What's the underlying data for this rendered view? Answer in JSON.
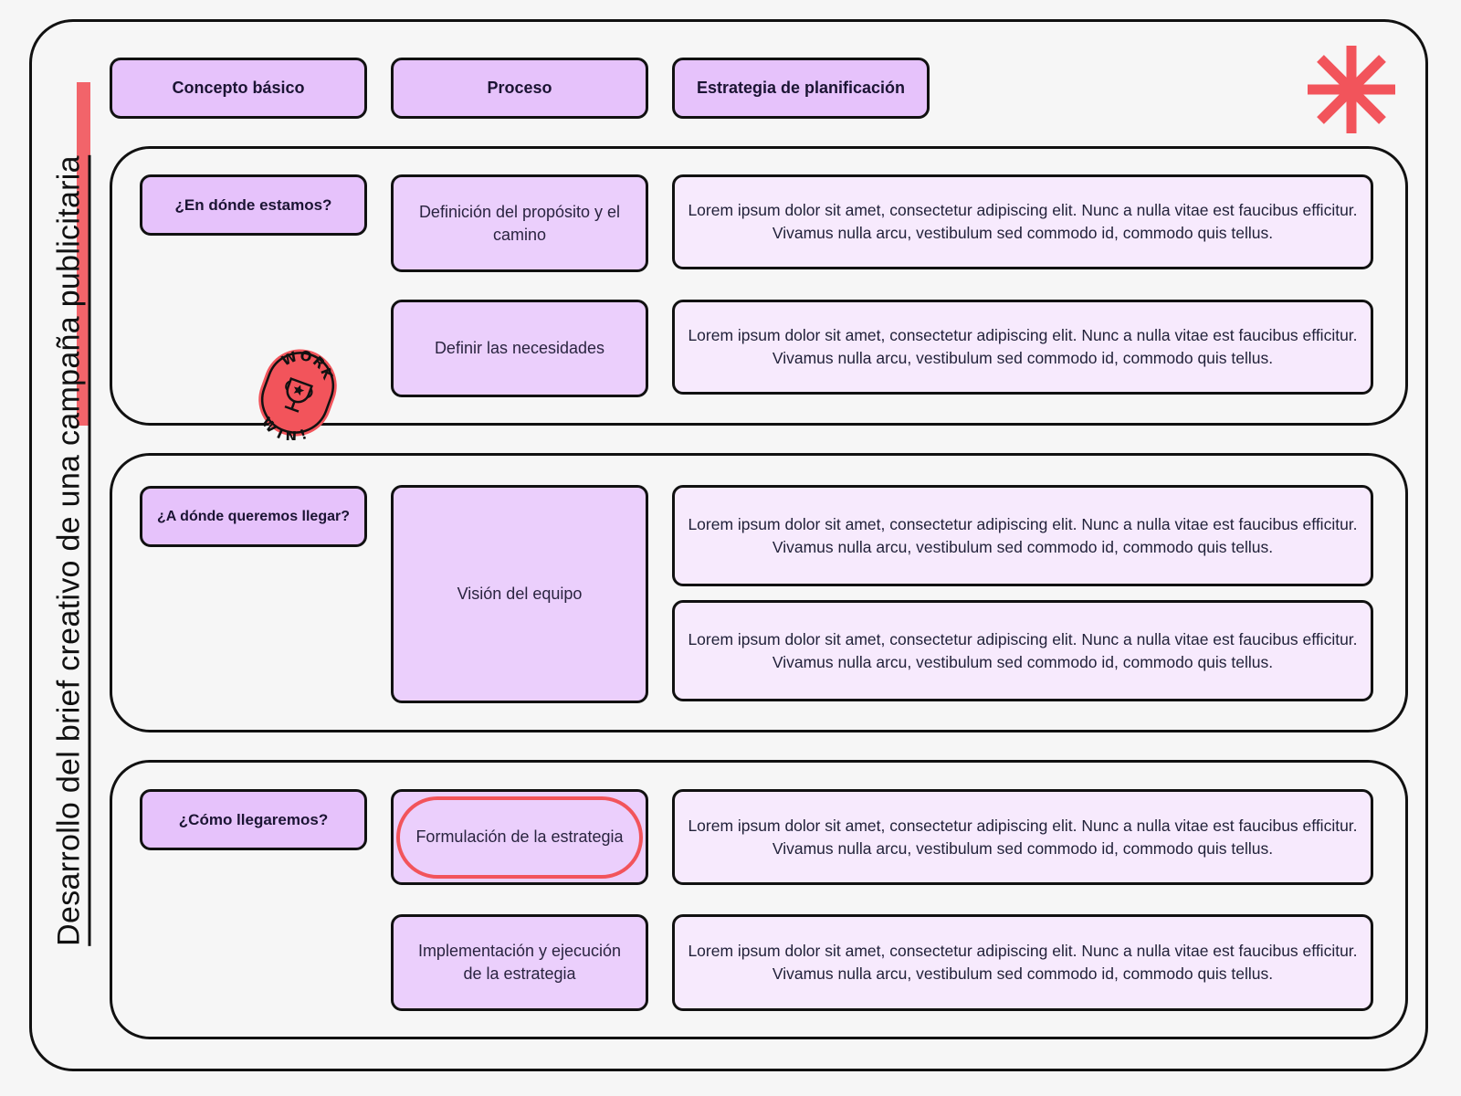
{
  "title": "Desarrollo del brief creativo de una campaña publicitaria",
  "headers": [
    "Concepto básico",
    "Proceso",
    "Estrategia de planificación"
  ],
  "badge_text": {
    "top": "WORK",
    "bottom": "WIN!"
  },
  "colors": {
    "accent": "#f2545b",
    "header_fill": "#e6c2fb",
    "process_fill": "#ebcffc",
    "desc_fill": "#f7eafd"
  },
  "sections": [
    {
      "question": "¿En dónde estamos?",
      "processes": [
        "Definición del propósito y el camino",
        "Definir las necesidades"
      ],
      "descriptions": [
        "Lorem ipsum dolor sit amet, consectetur adipiscing elit. Nunc a nulla vitae est faucibus efficitur. Vivamus nulla arcu, vestibulum sed commodo id, commodo quis tellus.",
        "Lorem ipsum dolor sit amet, consectetur adipiscing elit. Nunc a nulla vitae est faucibus efficitur. Vivamus nulla arcu, vestibulum sed commodo id, commodo quis tellus."
      ]
    },
    {
      "question": "¿A dónde queremos llegar?",
      "processes": [
        "Visión del equipo"
      ],
      "descriptions": [
        "Lorem ipsum dolor sit amet, consectetur adipiscing elit. Nunc a nulla vitae est faucibus efficitur. Vivamus nulla arcu, vestibulum sed commodo id, commodo quis tellus.",
        "Lorem ipsum dolor sit amet, consectetur adipiscing elit. Nunc a nulla vitae est faucibus efficitur. Vivamus nulla arcu, vestibulum sed commodo id, commodo quis tellus."
      ]
    },
    {
      "question": "¿Cómo llegaremos?",
      "processes": [
        "Formulación de la estrategia",
        "Implementación y ejecución de la estrategia"
      ],
      "descriptions": [
        "Lorem ipsum dolor sit amet, consectetur adipiscing elit. Nunc a nulla vitae est faucibus efficitur. Vivamus nulla arcu, vestibulum sed commodo id, commodo quis tellus.",
        "Lorem ipsum dolor sit amet, consectetur adipiscing elit. Nunc a nulla vitae est faucibus efficitur. Vivamus nulla arcu, vestibulum sed commodo id, commodo quis tellus."
      ]
    }
  ]
}
